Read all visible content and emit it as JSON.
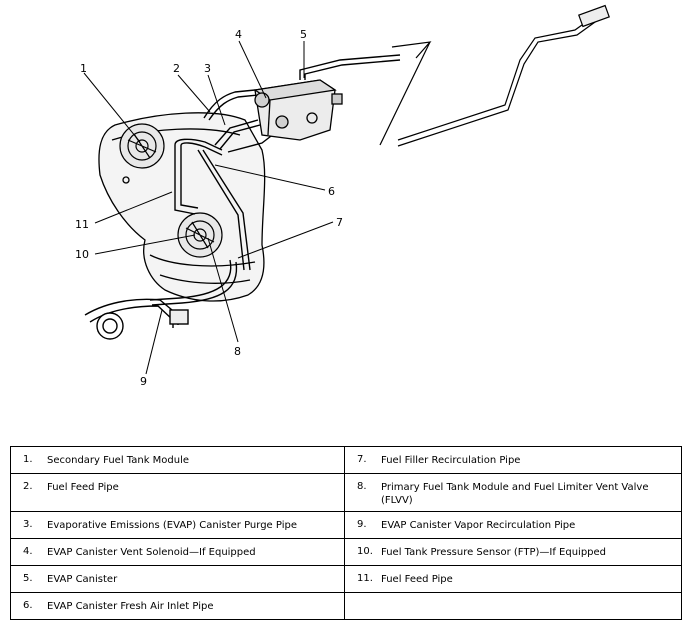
{
  "callouts": [
    "1",
    "2",
    "3",
    "4",
    "5",
    "6",
    "7",
    "8",
    "9",
    "10",
    "11"
  ],
  "legend": {
    "rows": [
      [
        {
          "num": "1.",
          "text": "Secondary Fuel Tank Module"
        },
        {
          "num": "7.",
          "text": "Fuel Filler Recirculation Pipe"
        }
      ],
      [
        {
          "num": "2.",
          "text": "Fuel Feed Pipe"
        },
        {
          "num": "8.",
          "text": "Primary Fuel Tank Module and Fuel Limiter Vent Valve (FLVV)"
        }
      ],
      [
        {
          "num": "3.",
          "text": "Evaporative Emissions (EVAP) Canister Purge Pipe"
        },
        {
          "num": "9.",
          "text": "EVAP Canister Vapor Recirculation Pipe"
        }
      ],
      [
        {
          "num": "4.",
          "text": "EVAP Canister Vent Solenoid—If Equipped"
        },
        {
          "num": "10.",
          "text": "Fuel Tank Pressure Sensor (FTP)—If Equipped"
        }
      ],
      [
        {
          "num": "5.",
          "text": "EVAP Canister"
        },
        {
          "num": "11.",
          "text": "Fuel Feed Pipe"
        }
      ],
      [
        {
          "num": "6.",
          "text": "EVAP Canister Fresh Air Inlet Pipe"
        },
        null
      ]
    ]
  }
}
